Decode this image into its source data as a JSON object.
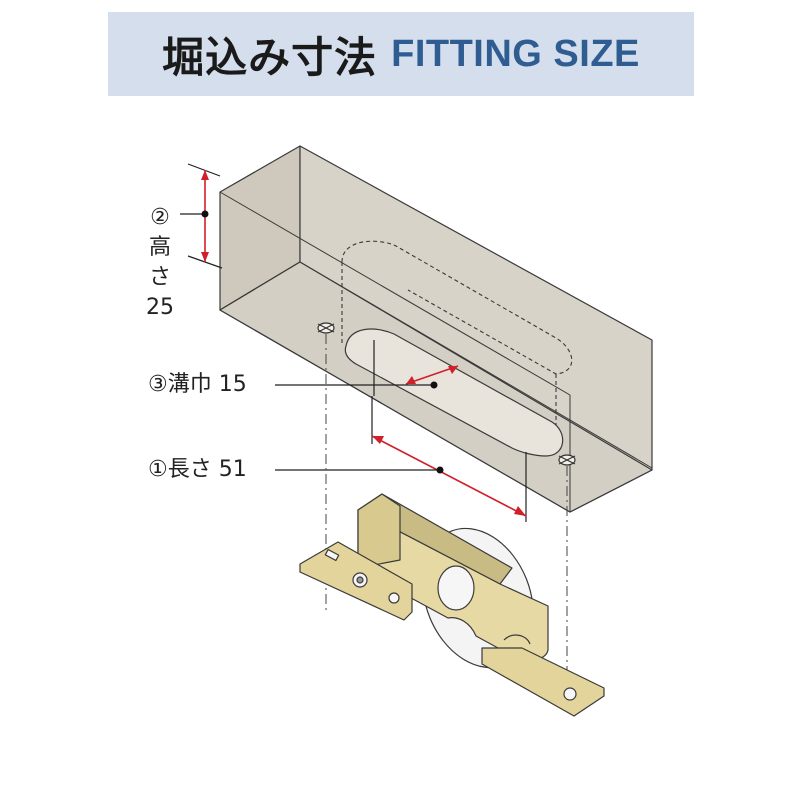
{
  "title": {
    "japanese": "堀込み寸法",
    "english": "FITTING SIZE"
  },
  "dimensions": [
    {
      "number": "②",
      "label": "高さ",
      "value": "25",
      "text": "②高さ25"
    },
    {
      "number": "③",
      "label": "溝巾",
      "value": "15",
      "text": "③溝巾 15"
    },
    {
      "number": "①",
      "label": "長さ",
      "value": "51",
      "text": "①長さ 51"
    }
  ],
  "label_parts": {
    "height_num": "②",
    "height_char1": "高",
    "height_char2": "さ",
    "height_value": "25",
    "width": "③溝巾 15",
    "length": "①長さ 51"
  },
  "colors": {
    "banner_bg": "#d4deec",
    "title_en": "#2f5d92",
    "block_face": "#d8d3c8",
    "block_side": "#cfc9bd",
    "roller_metal": "#e6d9a3",
    "dimension_accent": "#d0202a"
  }
}
